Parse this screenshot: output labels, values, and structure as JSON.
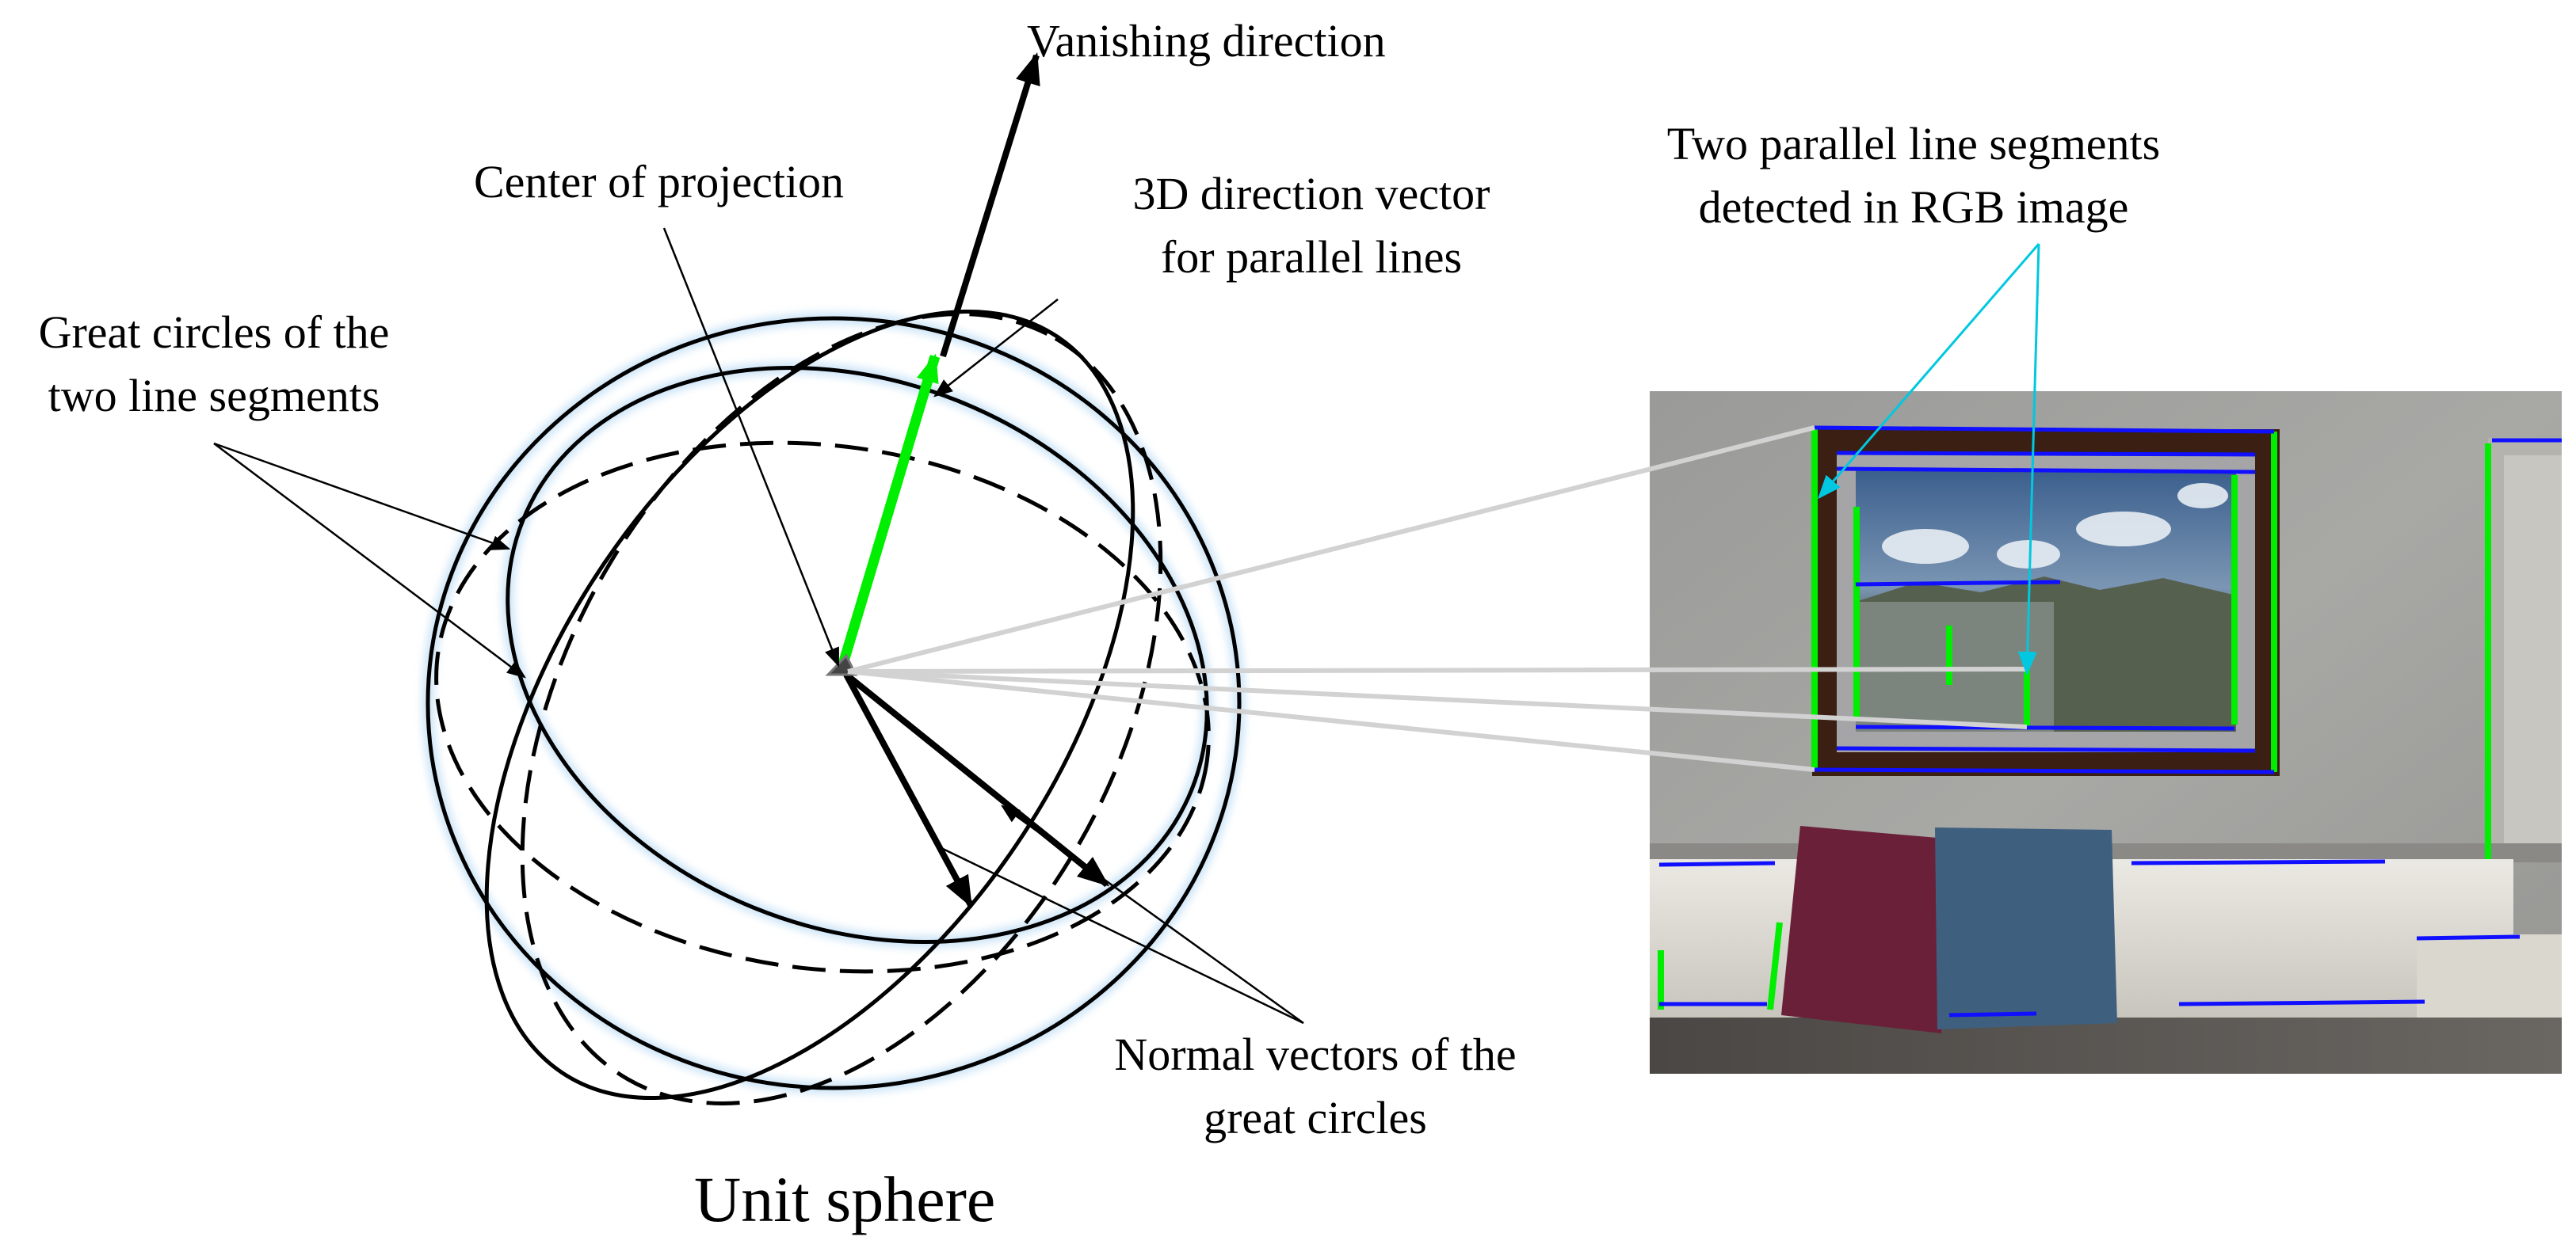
{
  "labels": {
    "vanishing_direction": "Vanishing direction",
    "center_of_projection": "Center of projection",
    "direction_vector_line1": "3D direction vector",
    "direction_vector_line2": "for parallel lines",
    "great_circles_line1": "Great circles of the",
    "great_circles_line2": "two line segments",
    "parallel_segments_line1": "Two parallel line segments",
    "parallel_segments_line2": "detected in RGB image",
    "normal_vectors_line1": "Normal vectors of the",
    "normal_vectors_line2": "great circles",
    "unit_sphere": "Unit sphere"
  },
  "colors": {
    "direction_vector": "#00ee00",
    "detected_vertical_segments": "#00ee00",
    "detected_horizontal_segments": "#1010ff",
    "leader_to_image": "#00c8e0",
    "projection_rays": "#d2d2d2"
  }
}
